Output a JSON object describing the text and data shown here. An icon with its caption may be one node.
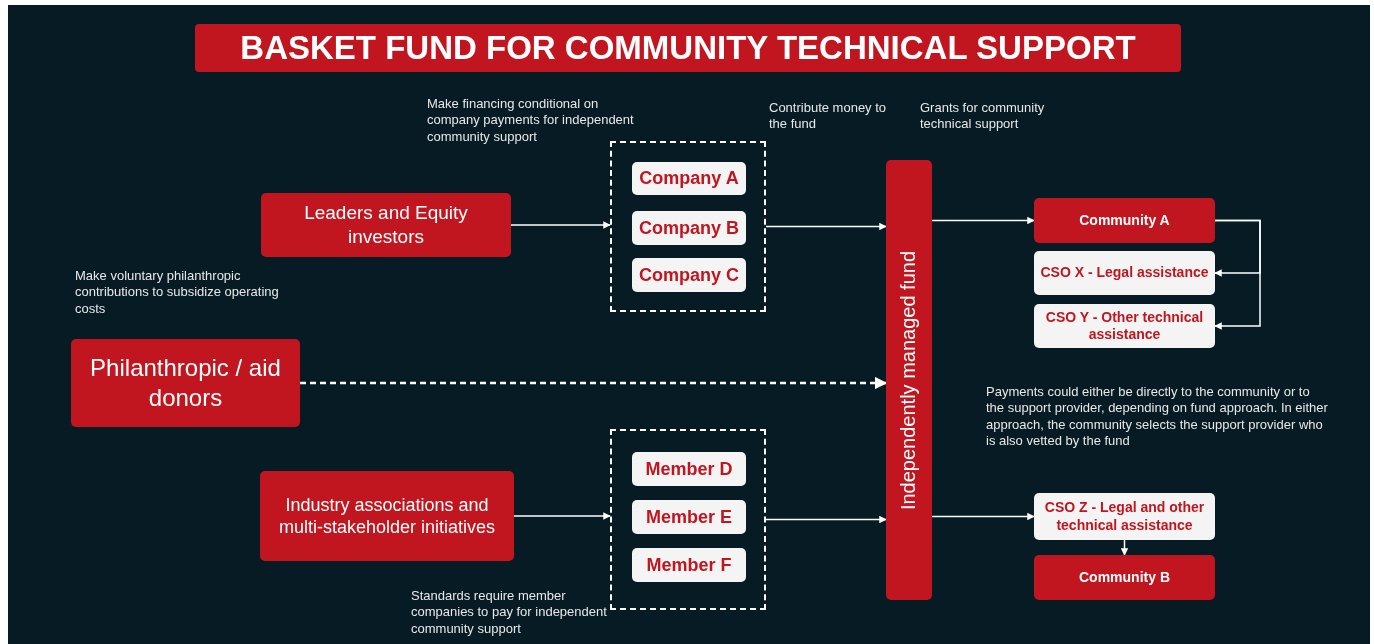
{
  "diagram": {
    "title": "BASKET FUND FOR COMMUNITY TECHNICAL SUPPORT",
    "nodes": [
      {
        "text": [
          "Leaders and Equity investors"
        ]
      },
      {
        "text": [],
        "shape": "box"
      },
      {
        "text": [
          "Company A"
        ],
        "in": 1
      },
      {
        "text": [
          "Company B"
        ],
        "in": 1
      },
      {
        "text": [
          "Company C"
        ],
        "in": 1
      },
      {
        "text": [
          "Philanthropic / aid donors"
        ]
      },
      {
        "text": [
          "Industry associations and multi-stakeholder initiatives"
        ]
      },
      {
        "text": [],
        "shape": "box"
      },
      {
        "text": [
          "Member D"
        ],
        "in": 7
      },
      {
        "text": [
          "Member E"
        ],
        "in": 7
      },
      {
        "text": [
          "Member F"
        ],
        "in": 7
      },
      {
        "text": [
          "Independently managed fund"
        ]
      },
      {
        "text": [
          "Community A"
        ]
      },
      {
        "text": [
          "CSO X - Legal assistance"
        ]
      },
      {
        "text": [
          "CSO Y - Other technical assistance"
        ]
      },
      {
        "text": [
          "CSO Z - Legal and other technical assistance"
        ]
      },
      {
        "text": [
          "Community B"
        ]
      }
    ],
    "edges": [
      {
        "from": 0,
        "to": 1,
        "arrow": "to"
      },
      {
        "from": 1,
        "to": 11,
        "arrow": "to"
      },
      {
        "from": 5,
        "to": 11,
        "arrow": "to",
        "style": "dashed"
      },
      {
        "from": 6,
        "to": 7,
        "arrow": "to"
      },
      {
        "from": 7,
        "to": 11,
        "arrow": "to"
      },
      {
        "from": 11,
        "to": 12,
        "arrow": "to"
      },
      {
        "from": 12,
        "to": 13,
        "arrow": "to"
      },
      {
        "from": 12,
        "to": 14,
        "arrow": "to"
      },
      {
        "from": 11,
        "to": 15,
        "arrow": "to"
      },
      {
        "from": 15,
        "to": 16,
        "arrow": "to"
      }
    ],
    "labels": [
      "Make financing conditional on company payments for independent community support",
      "Contribute money to the fund",
      "Grants for community technical support",
      "Make voluntary philanthropic contributions to subsidize operating costs",
      "Payments could either be directly to the community or to the support provider, depending on fund approach. In either approach, the community selects the support provider who is also vetted by the fund",
      "Standards require member companies to pay for independent community support"
    ]
  }
}
